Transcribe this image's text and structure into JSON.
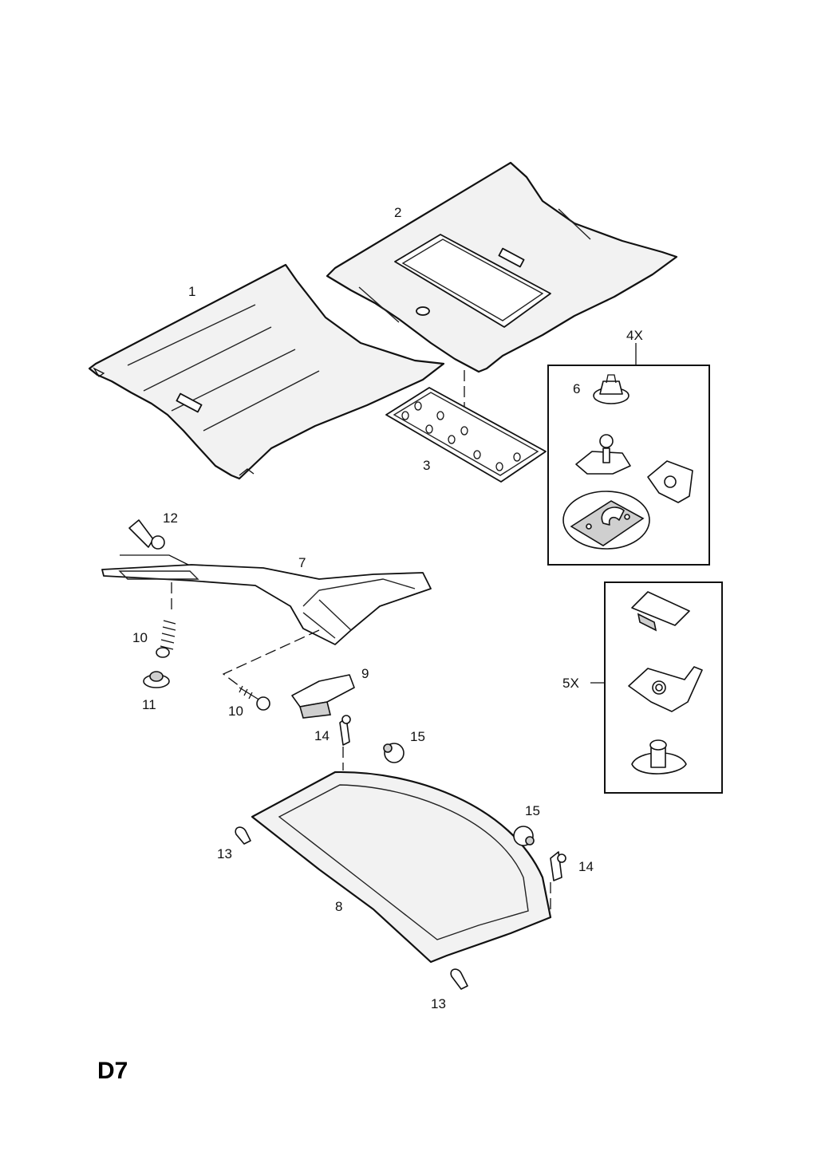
{
  "page_code": "D7",
  "callouts": {
    "c1": "1",
    "c2": "2",
    "c3": "3",
    "c4x": "4X",
    "c5x": "5X",
    "c6": "6",
    "c7": "7",
    "c8": "8",
    "c9": "9",
    "c10a": "10",
    "c10b": "10",
    "c11": "11",
    "c12": "12",
    "c13a": "13",
    "c13b": "13",
    "c14a": "14",
    "c14b": "14",
    "c15a": "15",
    "c15b": "15"
  }
}
